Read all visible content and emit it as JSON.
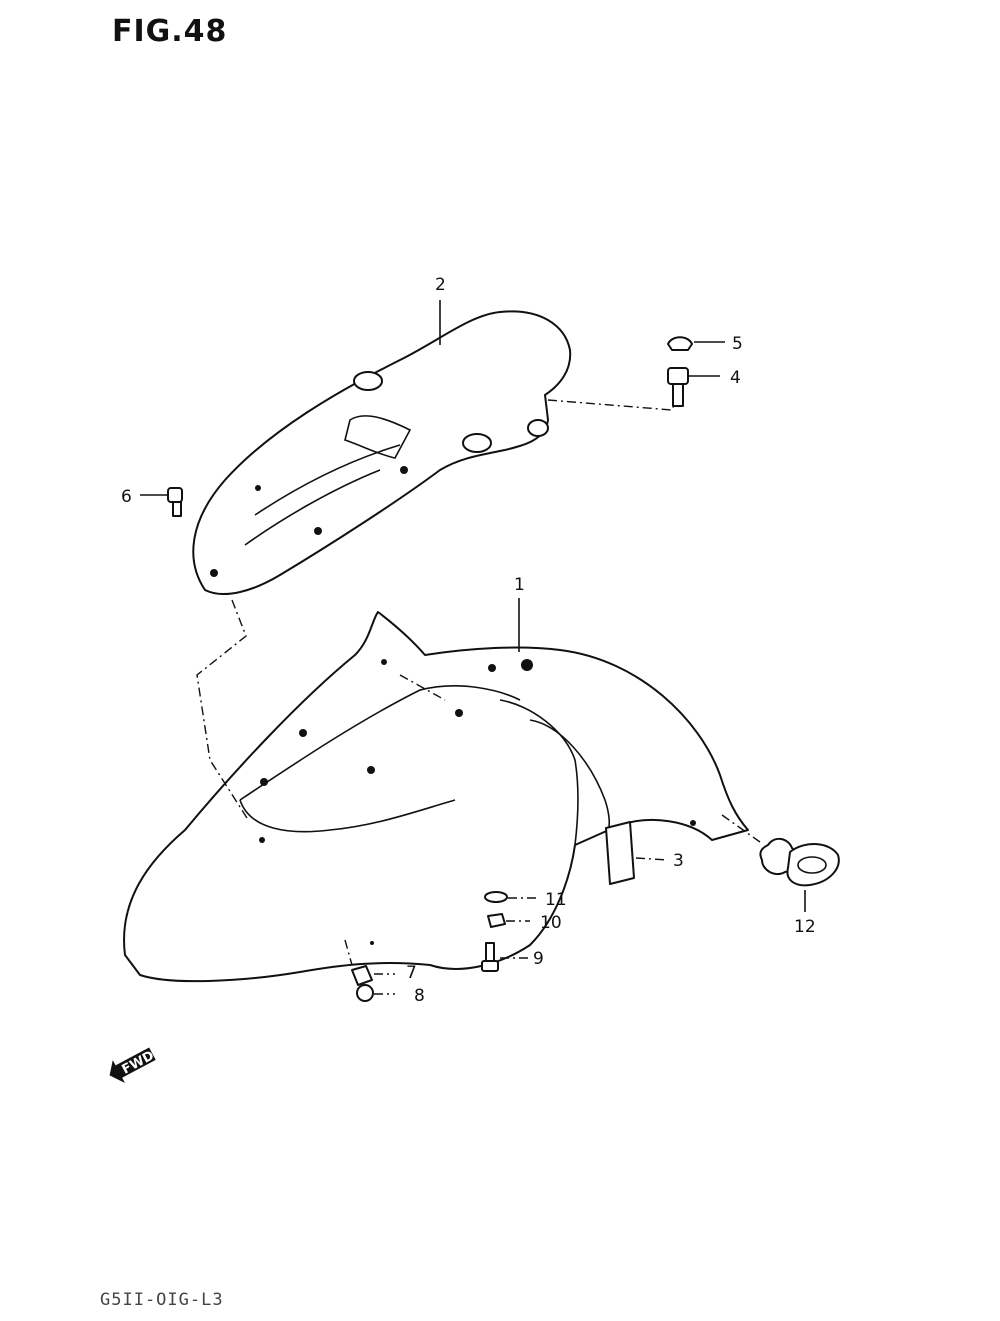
{
  "figure": {
    "title": "FIG.48"
  },
  "footer": {
    "code": "G5II-OIG-L3"
  },
  "callouts": [
    {
      "id": "1",
      "label": "1"
    },
    {
      "id": "2",
      "label": "2"
    },
    {
      "id": "3",
      "label": "3"
    },
    {
      "id": "4",
      "label": "4"
    },
    {
      "id": "5",
      "label": "5"
    },
    {
      "id": "6",
      "label": "6"
    },
    {
      "id": "7",
      "label": "7"
    },
    {
      "id": "8",
      "label": "8"
    },
    {
      "id": "9",
      "label": "9"
    },
    {
      "id": "10",
      "label": "10"
    },
    {
      "id": "11",
      "label": "11"
    },
    {
      "id": "12",
      "label": "12"
    }
  ],
  "direction_marker": {
    "label": "FWD",
    "icon": "fwd-arrow-icon"
  }
}
